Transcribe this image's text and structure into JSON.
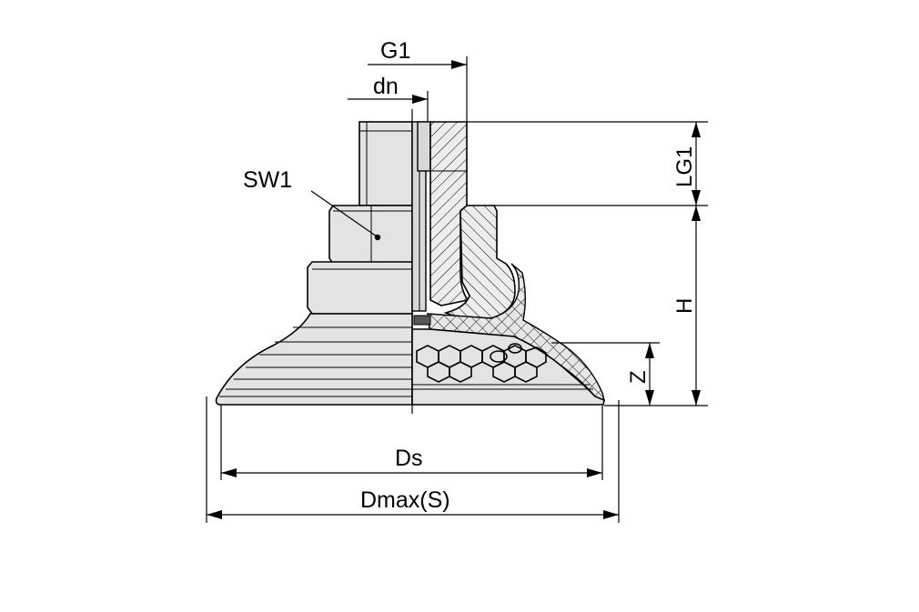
{
  "labels": {
    "g1": "G1",
    "dn": "dn",
    "sw1": "SW1",
    "lg1": "LG1",
    "h": "H",
    "z": "Z",
    "ds": "Ds",
    "dmax": "Dmax(S)"
  },
  "icons": {
    "arrow": "filled-triangle-arrowhead"
  },
  "colors": {
    "stroke": "#000000",
    "fill_body": "#e3e3e3",
    "background": "#ffffff"
  }
}
